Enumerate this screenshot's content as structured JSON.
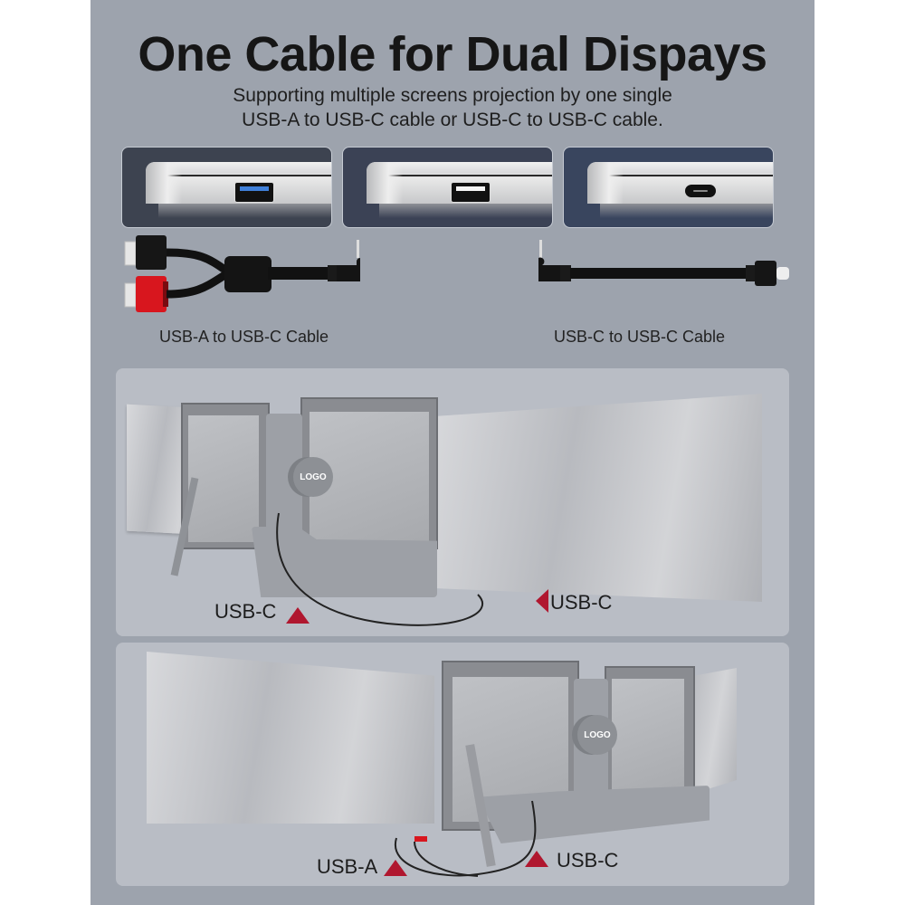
{
  "header": {
    "title": "One Cable for Dual Dispays",
    "subtitle_line1": "Supporting multiple screens projection by one single",
    "subtitle_line2": "USB-A to USB-C cable or USB-C to USB-C cable."
  },
  "ports": [
    {
      "name": "USB-A 3.0 port",
      "icon": "usb-a-blue-port",
      "tile_color": "#3d4350"
    },
    {
      "name": "USB-A 2.0 port",
      "icon": "usb-a-white-port",
      "tile_color": "#3b4255"
    },
    {
      "name": "USB-C port",
      "icon": "usb-c-port",
      "tile_color": "#39455e"
    }
  ],
  "cables": [
    {
      "label": "USB-A to USB-C Cable",
      "icon": "y-splitter-cable"
    },
    {
      "label": "USB-C to USB-C Cable",
      "icon": "usb-c-cable"
    }
  ],
  "setup_1": {
    "logo_text": "LOGO",
    "callouts": [
      {
        "label": "USB-C",
        "arrow": "up"
      },
      {
        "label": "USB-C",
        "arrow": "left"
      }
    ]
  },
  "setup_2": {
    "logo_text": "LOGO",
    "callouts": [
      {
        "label": "USB-A",
        "arrow": "up"
      },
      {
        "label": "USB-C",
        "arrow": "up"
      }
    ]
  },
  "colors": {
    "background": "#9da3ad",
    "card": "#b9bdc5",
    "accent_red": "#b0172f",
    "text": "#161616"
  }
}
